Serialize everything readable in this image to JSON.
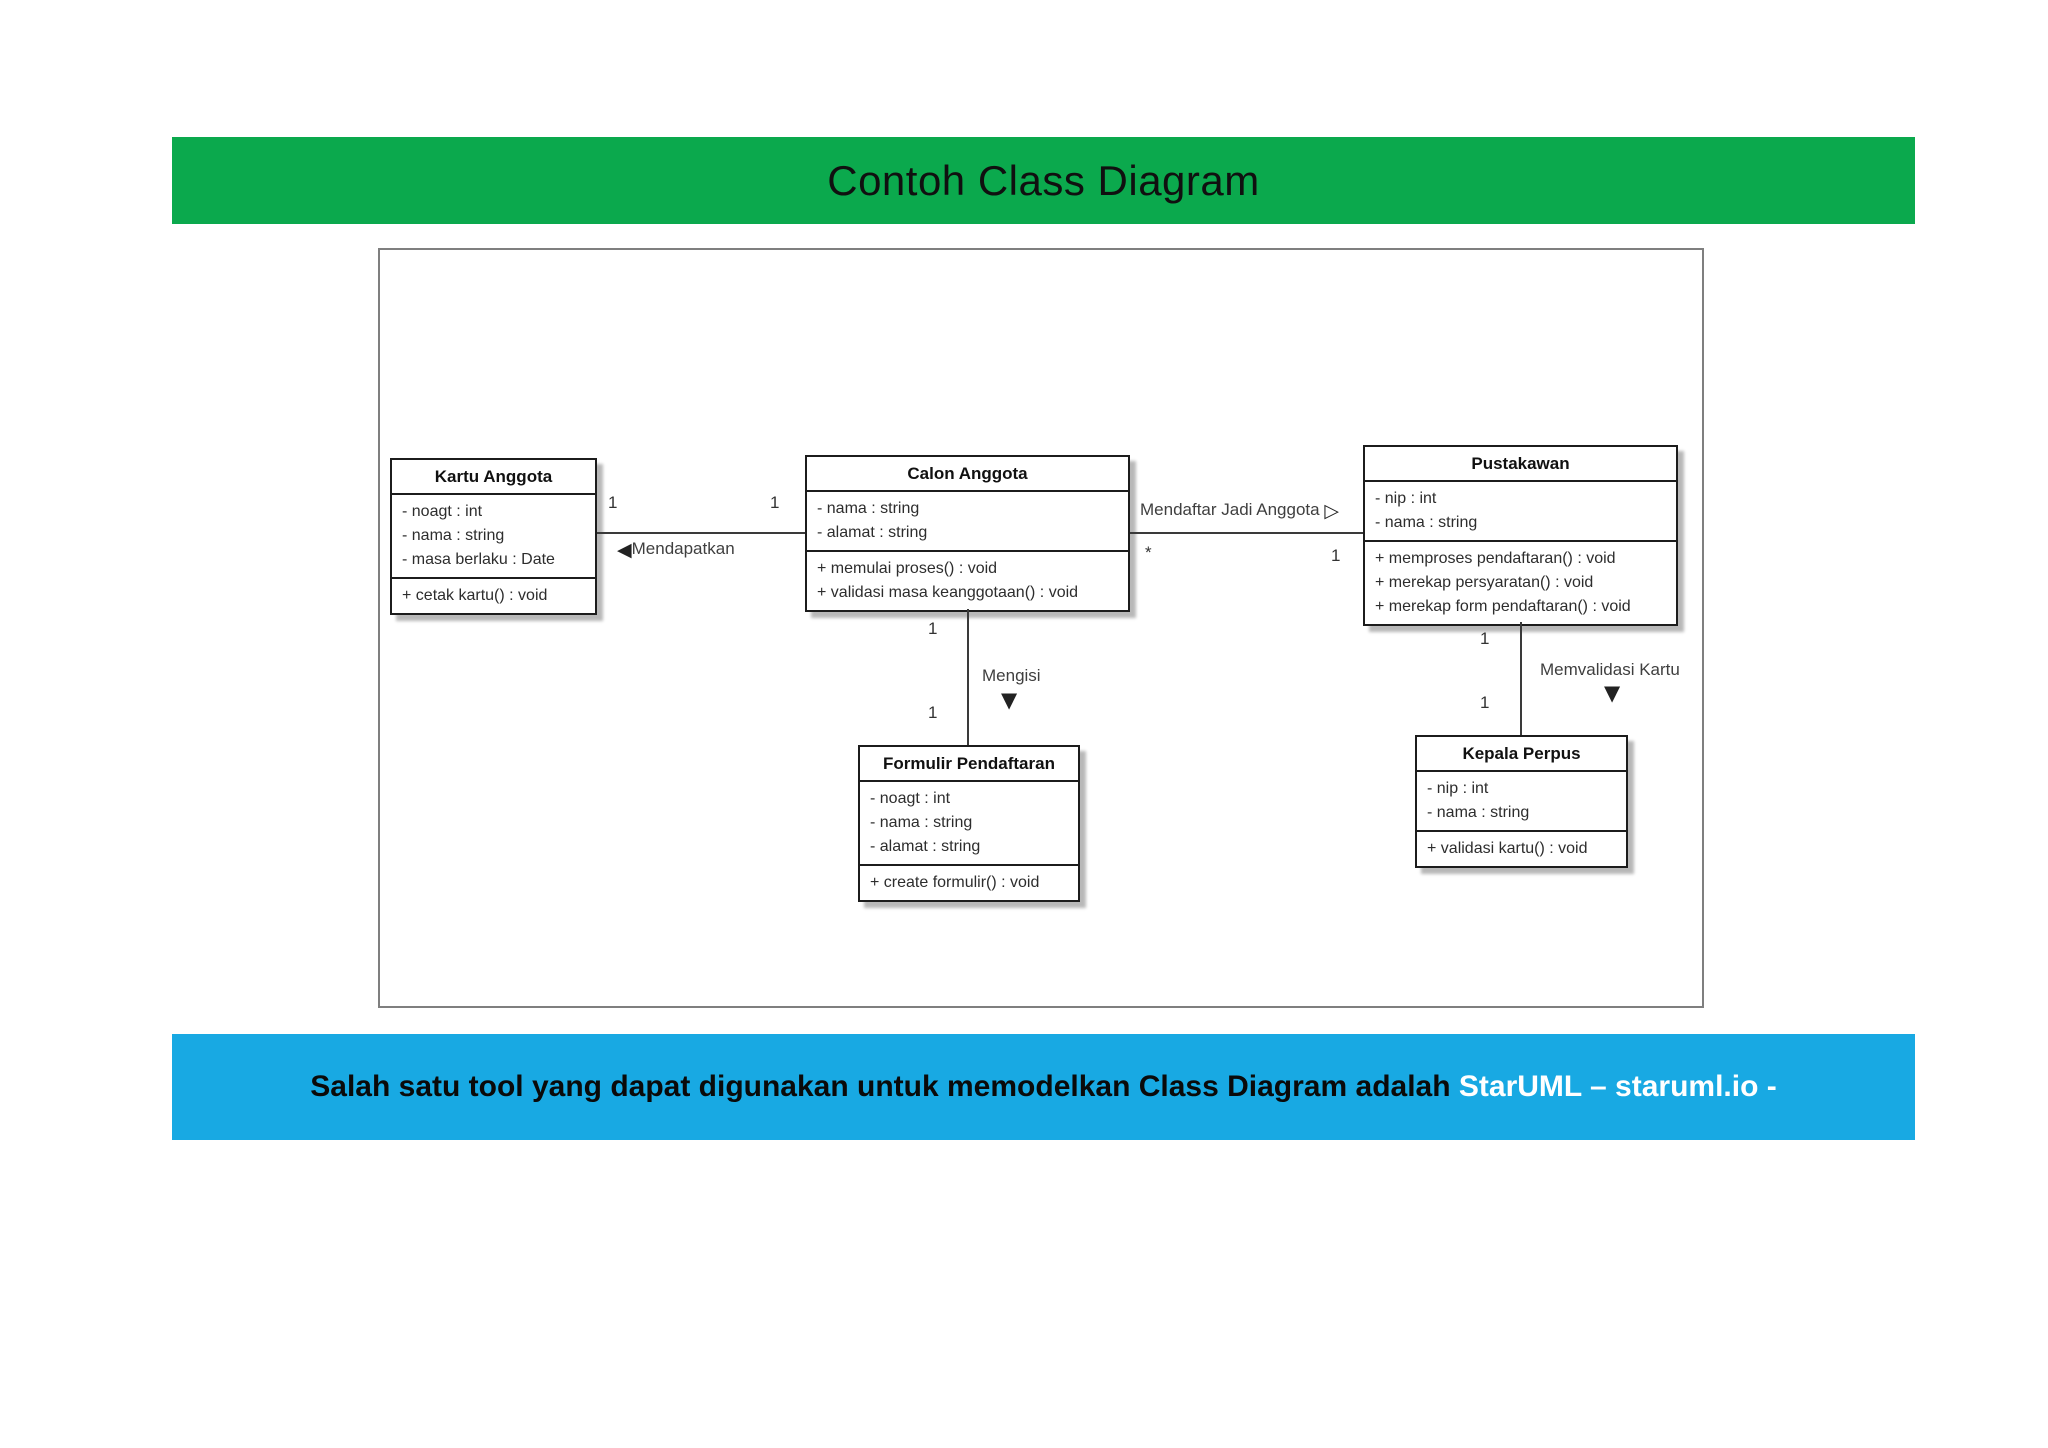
{
  "header": {
    "title": "Contoh Class Diagram",
    "bg_color": "#0ba94d"
  },
  "footer": {
    "text_plain": "Salah satu tool yang dapat digunakan untuk memodelkan Class Diagram adalah",
    "text_highlight": "StarUML – staruml.io -",
    "bg_color": "#18a9e3",
    "highlight_color": "#ffffff"
  },
  "diagram": {
    "classes": [
      {
        "name": "Kartu Anggota",
        "attributes": [
          "- noagt : int",
          "- nama : string",
          "- masa berlaku : Date"
        ],
        "operations": [
          "+ cetak kartu() : void"
        ]
      },
      {
        "name": "Calon Anggota",
        "attributes": [
          "- nama : string",
          "- alamat : string"
        ],
        "operations": [
          "+ memulai proses() : void",
          "+ validasi masa keanggotaan() : void"
        ]
      },
      {
        "name": "Pustakawan",
        "attributes": [
          "- nip : int",
          "- nama : string"
        ],
        "operations": [
          "+ memproses pendaftaran() : void",
          "+ merekap persyaratan() : void",
          "+ merekap form pendaftaran() : void"
        ]
      },
      {
        "name": "Formulir Pendaftaran",
        "attributes": [
          "- noagt : int",
          "- nama : string",
          "- alamat : string"
        ],
        "operations": [
          "+ create formulir() : void"
        ]
      },
      {
        "name": "Kepala Perpus",
        "attributes": [
          "- nip : int",
          "- nama : string"
        ],
        "operations": [
          "+ validasi kartu() : void"
        ]
      }
    ],
    "relationships": [
      {
        "label": "Mendapatkan",
        "from": "Calon Anggota",
        "to": "Kartu Anggota",
        "from_mult": "1",
        "to_mult": "1",
        "arrow": "left-filled-triangle"
      },
      {
        "label": "Mendaftar Jadi Anggota",
        "from": "Calon Anggota",
        "to": "Pustakawan",
        "from_mult": "*",
        "to_mult": "1",
        "arrow": "right-hollow-triangle"
      },
      {
        "label": "Mengisi",
        "from": "Calon Anggota",
        "to": "Formulir Pendaftaran",
        "from_mult": "1",
        "to_mult": "1",
        "arrow": "down-filled-triangle"
      },
      {
        "label": "Memvalidasi Kartu",
        "from": "Pustakawan",
        "to": "Kepala Perpus",
        "from_mult": "1",
        "to_mult": "1",
        "arrow": "down-filled-triangle"
      }
    ],
    "icons": {
      "left_triangle": "◀",
      "right_triangle": "▷",
      "down_triangle": "▼"
    }
  }
}
